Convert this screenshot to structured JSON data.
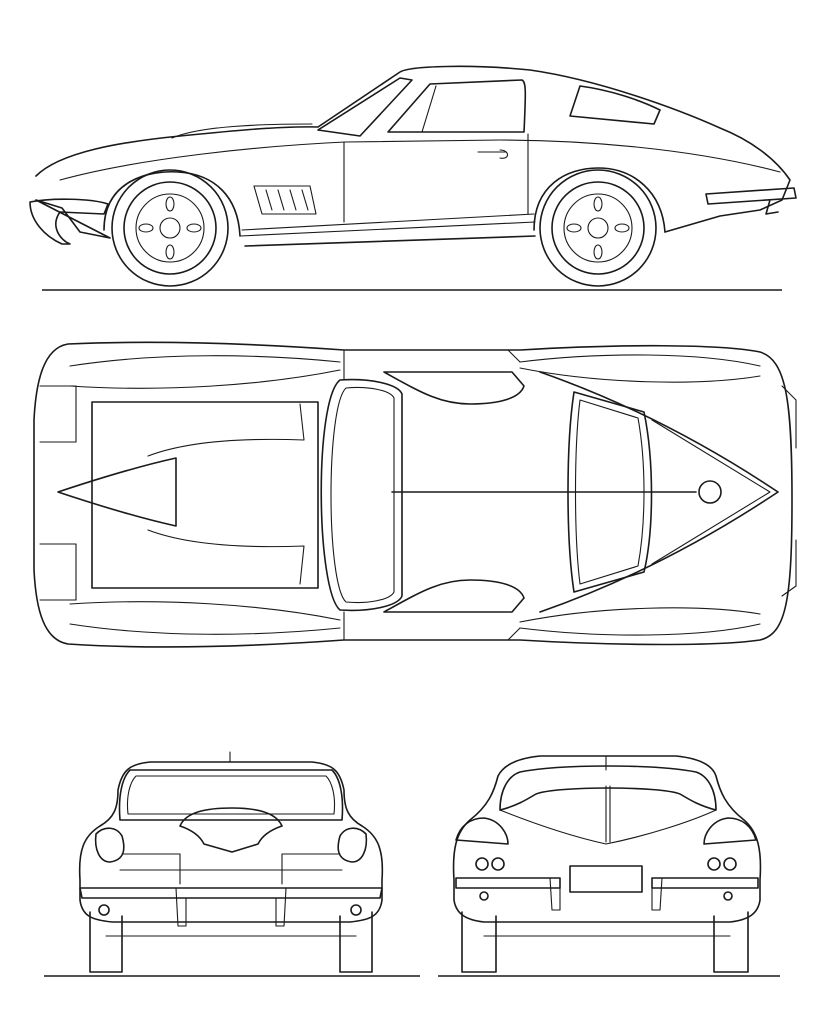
{
  "drawing": {
    "subject": "car blueprint",
    "views": [
      "side",
      "top",
      "front",
      "rear"
    ],
    "line_color": "#1a1a1a",
    "background_color": "#ffffff"
  }
}
